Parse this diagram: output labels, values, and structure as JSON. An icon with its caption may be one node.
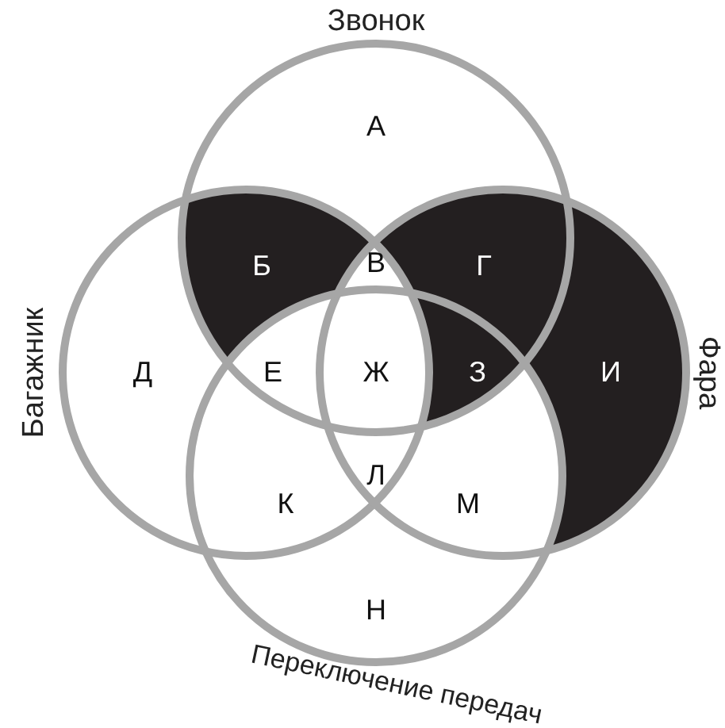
{
  "diagram": {
    "nodes": [
      {
        "text": [
          "Звонок"
        ]
      },
      {
        "text": [
          "Багажник"
        ]
      },
      {
        "text": [
          "Фара"
        ]
      },
      {
        "text": [
          "Переключение передач"
        ]
      }
    ],
    "labels": [
      "А",
      "Б",
      "В",
      "Г",
      "Д",
      "Е",
      "Ж",
      "З",
      "И",
      "К",
      "Л",
      "М",
      "Н"
    ]
  }
}
